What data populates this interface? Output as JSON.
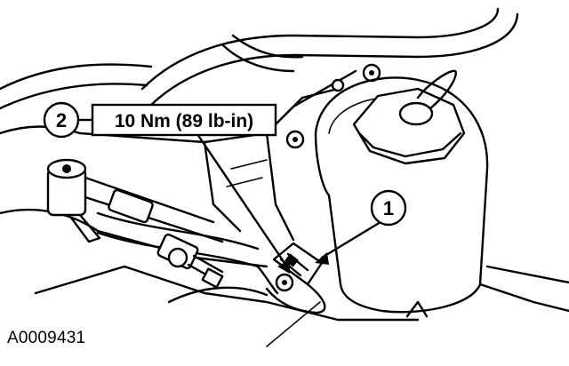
{
  "figure_id": "A0009431",
  "callouts": [
    {
      "number": "1"
    },
    {
      "number": "2",
      "spec": "10 Nm (89 lb-in)"
    }
  ]
}
